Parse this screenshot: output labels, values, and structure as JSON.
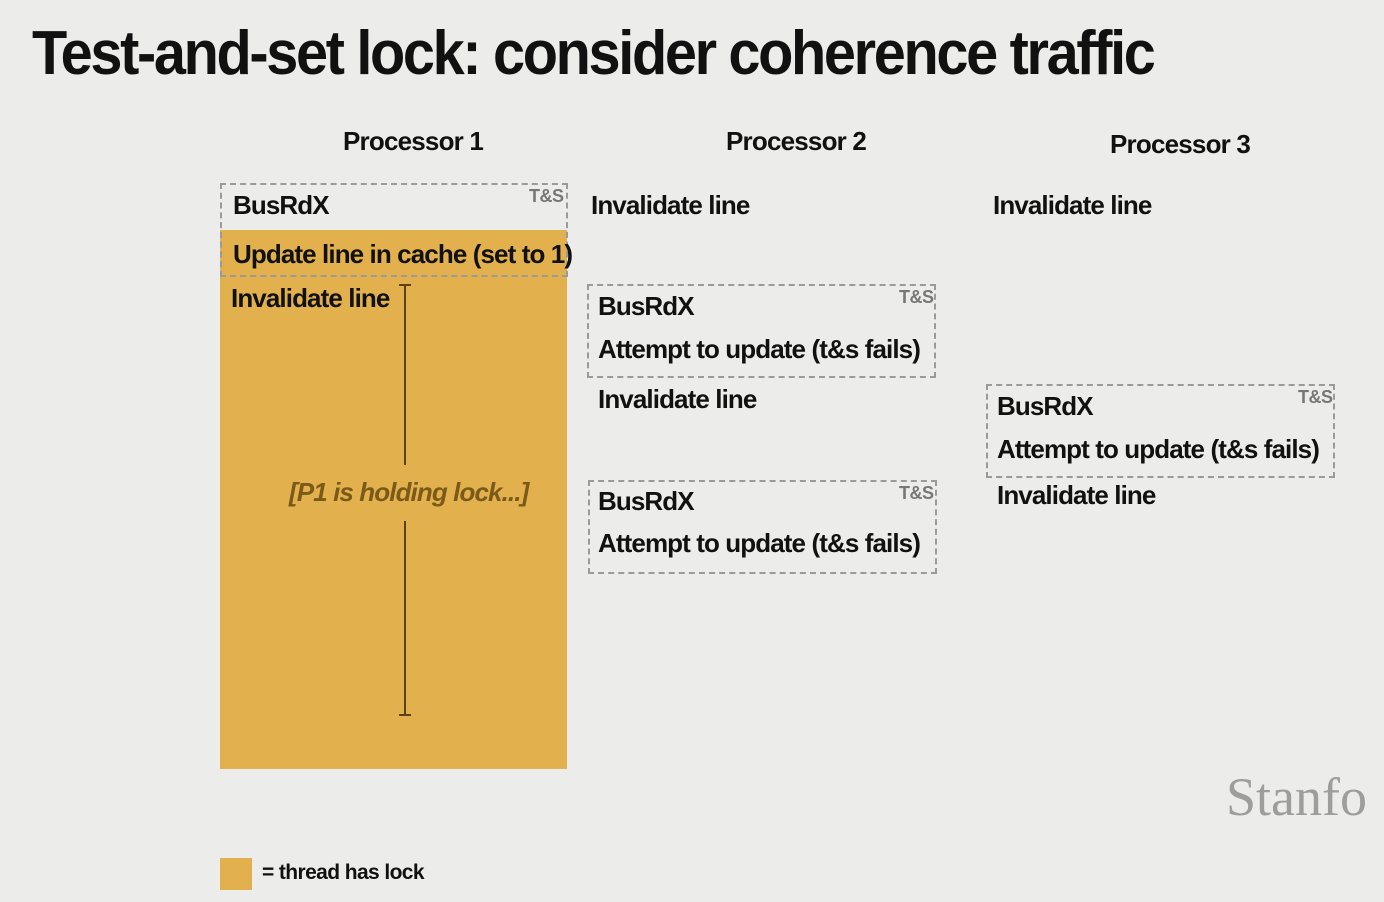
{
  "title": "Test-and-set lock: consider coherence traffic",
  "processors": {
    "p1": {
      "label": "Processor 1",
      "busrdx": "BusRdX",
      "ts_tag": "T&S",
      "update": "Update line in cache (set to 1)",
      "invalidate": "Invalidate line",
      "holding": "[P1 is holding lock...]"
    },
    "p2": {
      "label": "Processor 2",
      "invalidate_1": "Invalidate line",
      "box1": {
        "busrdx": "BusRdX",
        "attempt": "Attempt to update (t&s fails)",
        "ts_tag": "T&S"
      },
      "invalidate_2": "Invalidate line",
      "box2": {
        "busrdx": "BusRdX",
        "attempt": "Attempt to update (t&s fails)",
        "ts_tag": "T&S"
      }
    },
    "p3": {
      "label": "Processor 3",
      "invalidate_1": "Invalidate line",
      "box1": {
        "busrdx": "BusRdX",
        "attempt": "Attempt to update (t&s fails)",
        "ts_tag": "T&S"
      },
      "invalidate_2": "Invalidate line"
    }
  },
  "legend": {
    "text": "= thread has lock",
    "color": "#e2b04c"
  },
  "watermark": "Stanfo"
}
